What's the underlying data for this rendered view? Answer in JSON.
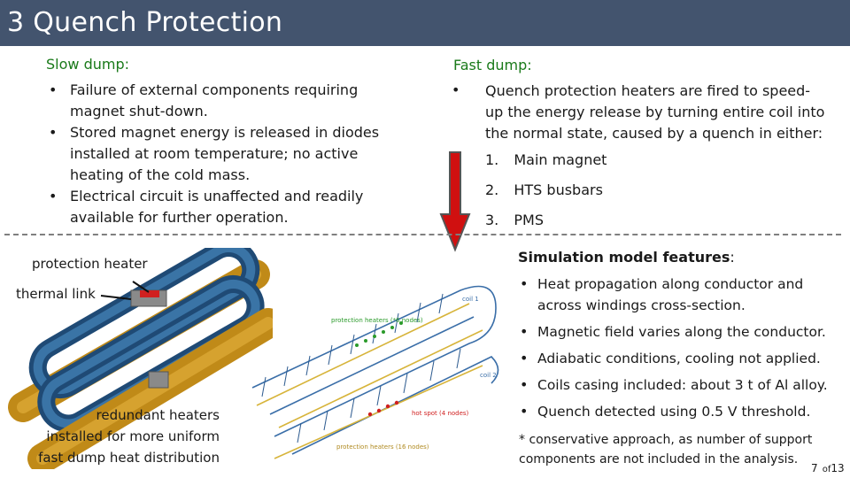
{
  "slide": {
    "title": "3  Quench Protection",
    "page_num": "7",
    "page_of": "of",
    "page_total": "13"
  },
  "slow_dump": {
    "heading": "Slow dump:",
    "bullets": [
      [
        "Failure of external components requiring",
        "magnet shut-down."
      ],
      [
        "Stored magnet energy is released in diodes",
        "installed at room temperature; no active",
        "heating of the cold mass."
      ],
      [
        "Electrical circuit is unaffected and readily",
        "available for further operation."
      ]
    ]
  },
  "fast_dump": {
    "heading": "Fast dump:",
    "lines": [
      "Quench protection heaters are fired to speed-",
      "up the energy release by turning entire coil into",
      "the normal state, caused by a quench in either:"
    ],
    "items": [
      {
        "num": "1.",
        "label": "Main magnet"
      },
      {
        "num": "2.",
        "label": "HTS busbars"
      },
      {
        "num": "3.",
        "label": "PMS"
      }
    ]
  },
  "figure": {
    "protection_heater": "protection heater",
    "thermal_link": "thermal link",
    "redundant": [
      "redundant heaters",
      "installed for more uniform",
      "fast dump heat distribution"
    ],
    "coil1": "coil 1",
    "coil2": "coil 2",
    "prot_heaters_6": "protection heaters (*6 nodes)",
    "hot_spot": "hot spot (4 nodes)",
    "prot_heaters_16": "protection heaters (16 nodes)"
  },
  "simulation": {
    "heading": "Simulation model features",
    "colon": ":",
    "features": [
      [
        "Heat propagation along conductor and",
        "across windings cross-section."
      ],
      [
        "Magnetic field varies along the conductor."
      ],
      [
        "Adiabatic conditions, cooling not applied."
      ],
      [
        "Coils casing included: about 3 t of Al alloy."
      ],
      [
        "Quench detected using 0.5 V threshold."
      ]
    ],
    "footnote": [
      "* conservative approach, as number of support",
      "components are not included in the analysis."
    ]
  },
  "colors": {
    "title_bar": "#43546e",
    "heading_green": "#1a7a1a",
    "arrow_red": "#d01010",
    "dash_gray": "#7f7f7f"
  }
}
